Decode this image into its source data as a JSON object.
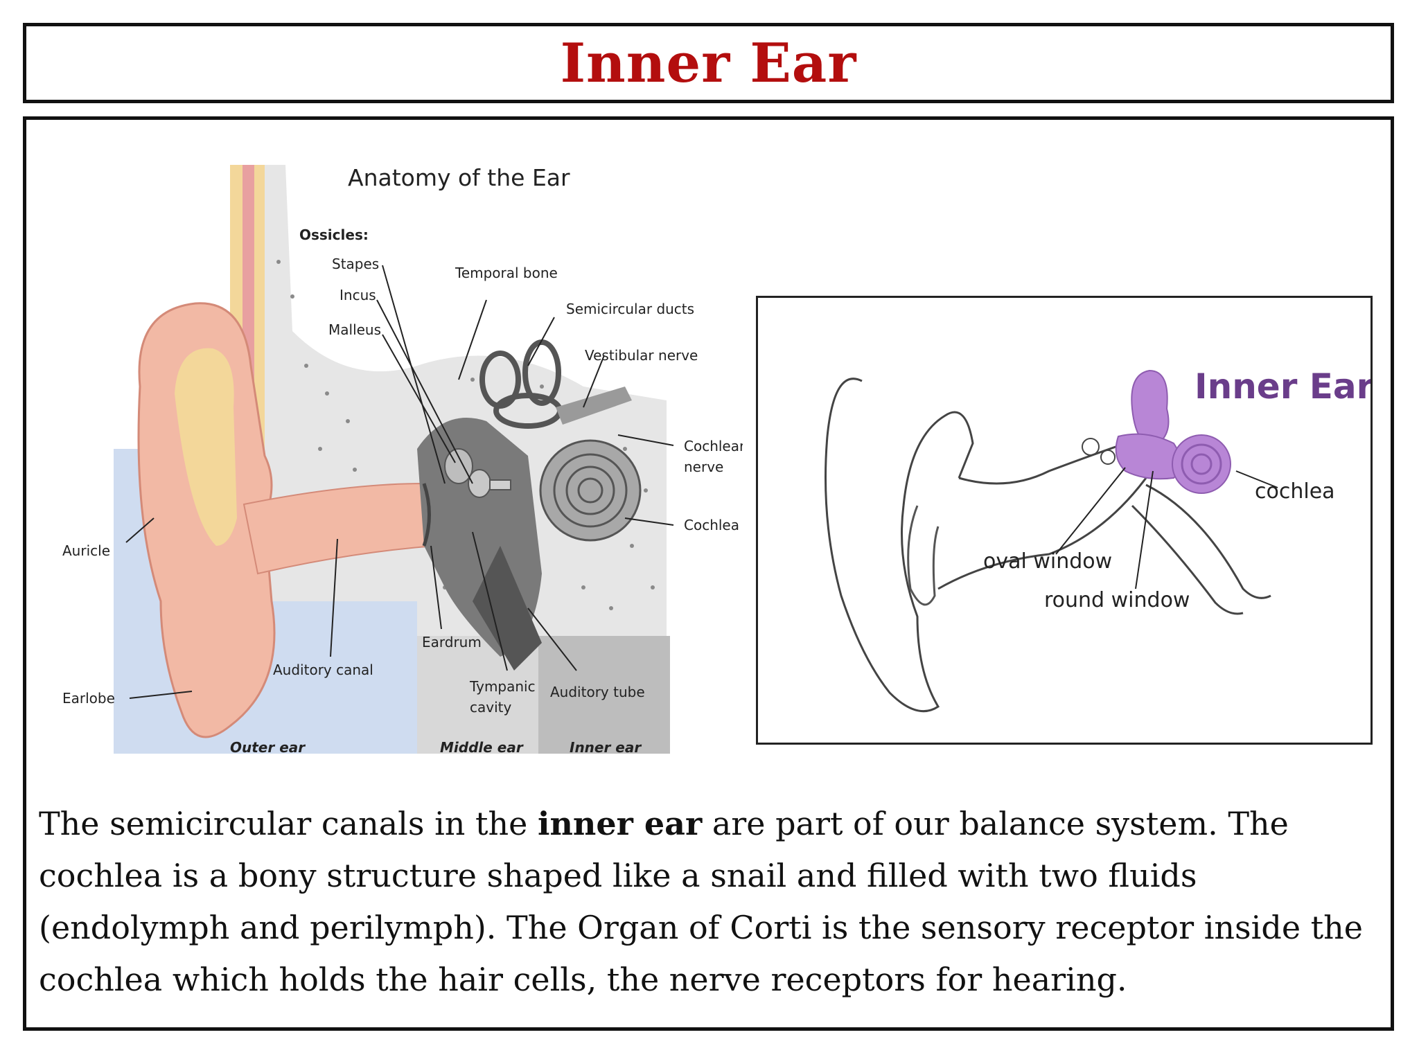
{
  "slide": {
    "title": "Inner Ear"
  },
  "left_figure": {
    "title": "Anatomy of the Ear",
    "ossicles_heading": "Ossicles:",
    "labels": {
      "stapes": "Stapes",
      "incus": "Incus",
      "malleus": "Malleus",
      "temporal_bone": "Temporal bone",
      "semicircular_ducts": "Semicircular ducts",
      "vestibular_nerve": "Vestibular nerve",
      "cochlear_nerve_1": "Cochlear",
      "cochlear_nerve_2": "nerve",
      "cochlea": "Cochlea",
      "auricle": "Auricle",
      "earlobe": "Earlobe",
      "auditory_canal": "Auditory canal",
      "eardrum": "Eardrum",
      "tympanic_cavity_1": "Tympanic",
      "tympanic_cavity_2": "cavity",
      "auditory_tube": "Auditory tube"
    },
    "zones": {
      "outer": "Outer ear",
      "middle": "Middle ear",
      "inner": "Inner ear"
    }
  },
  "right_figure": {
    "title": "Inner Ear",
    "labels": {
      "cochlea": "cochlea",
      "oval_window": "oval window",
      "round_window": "round window"
    }
  },
  "paragraph": {
    "part1": "The semicircular canals in the ",
    "bold": "inner ear",
    "part2": " are part of our balance system. The cochlea is a bony structure shaped like a snail and filled with two fluids (endolymph and perilymph). The Organ of Corti is the sensory receptor inside the cochlea which holds the hair cells, the nerve receptors for hearing."
  },
  "colors": {
    "title_red": "#b30e0e",
    "skin": "#f2b9a5",
    "fat": "#f3d79a",
    "bone_grey": "#dcdcdc",
    "inner_purple": "#b886d6"
  }
}
